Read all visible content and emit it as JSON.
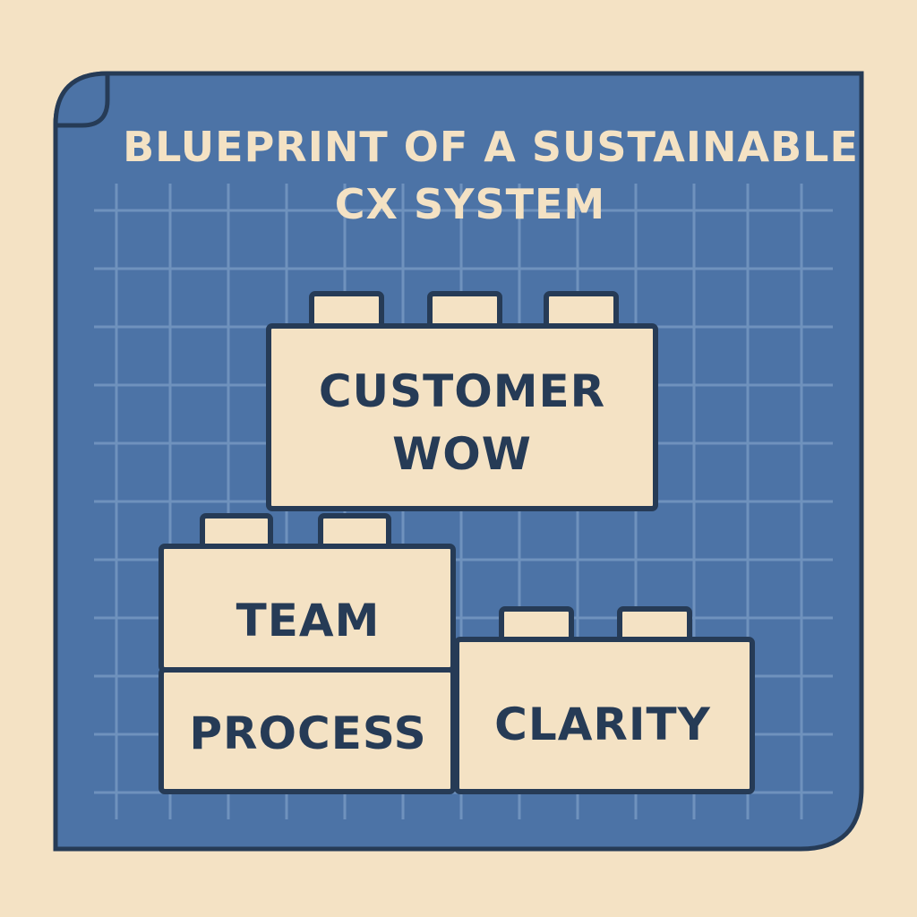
{
  "title": {
    "line1": "BLUEPRINT OF A SUSTAINABLE",
    "line2": "CX SYSTEM"
  },
  "blocks": {
    "customer_wow": {
      "line1": "CUSTOMER",
      "line2": "WOW"
    },
    "team": {
      "label": "TEAM"
    },
    "process": {
      "label": "PROCESS"
    },
    "clarity": {
      "label": "CLARITY"
    }
  },
  "colors": {
    "background": "#f4e2c4",
    "blueprint": "#4c73a6",
    "grid": "#7b9dc5",
    "outline": "#263b56",
    "brick": "#f4e2c4",
    "title_text": "#f4e2c4",
    "brick_text": "#263b56"
  }
}
